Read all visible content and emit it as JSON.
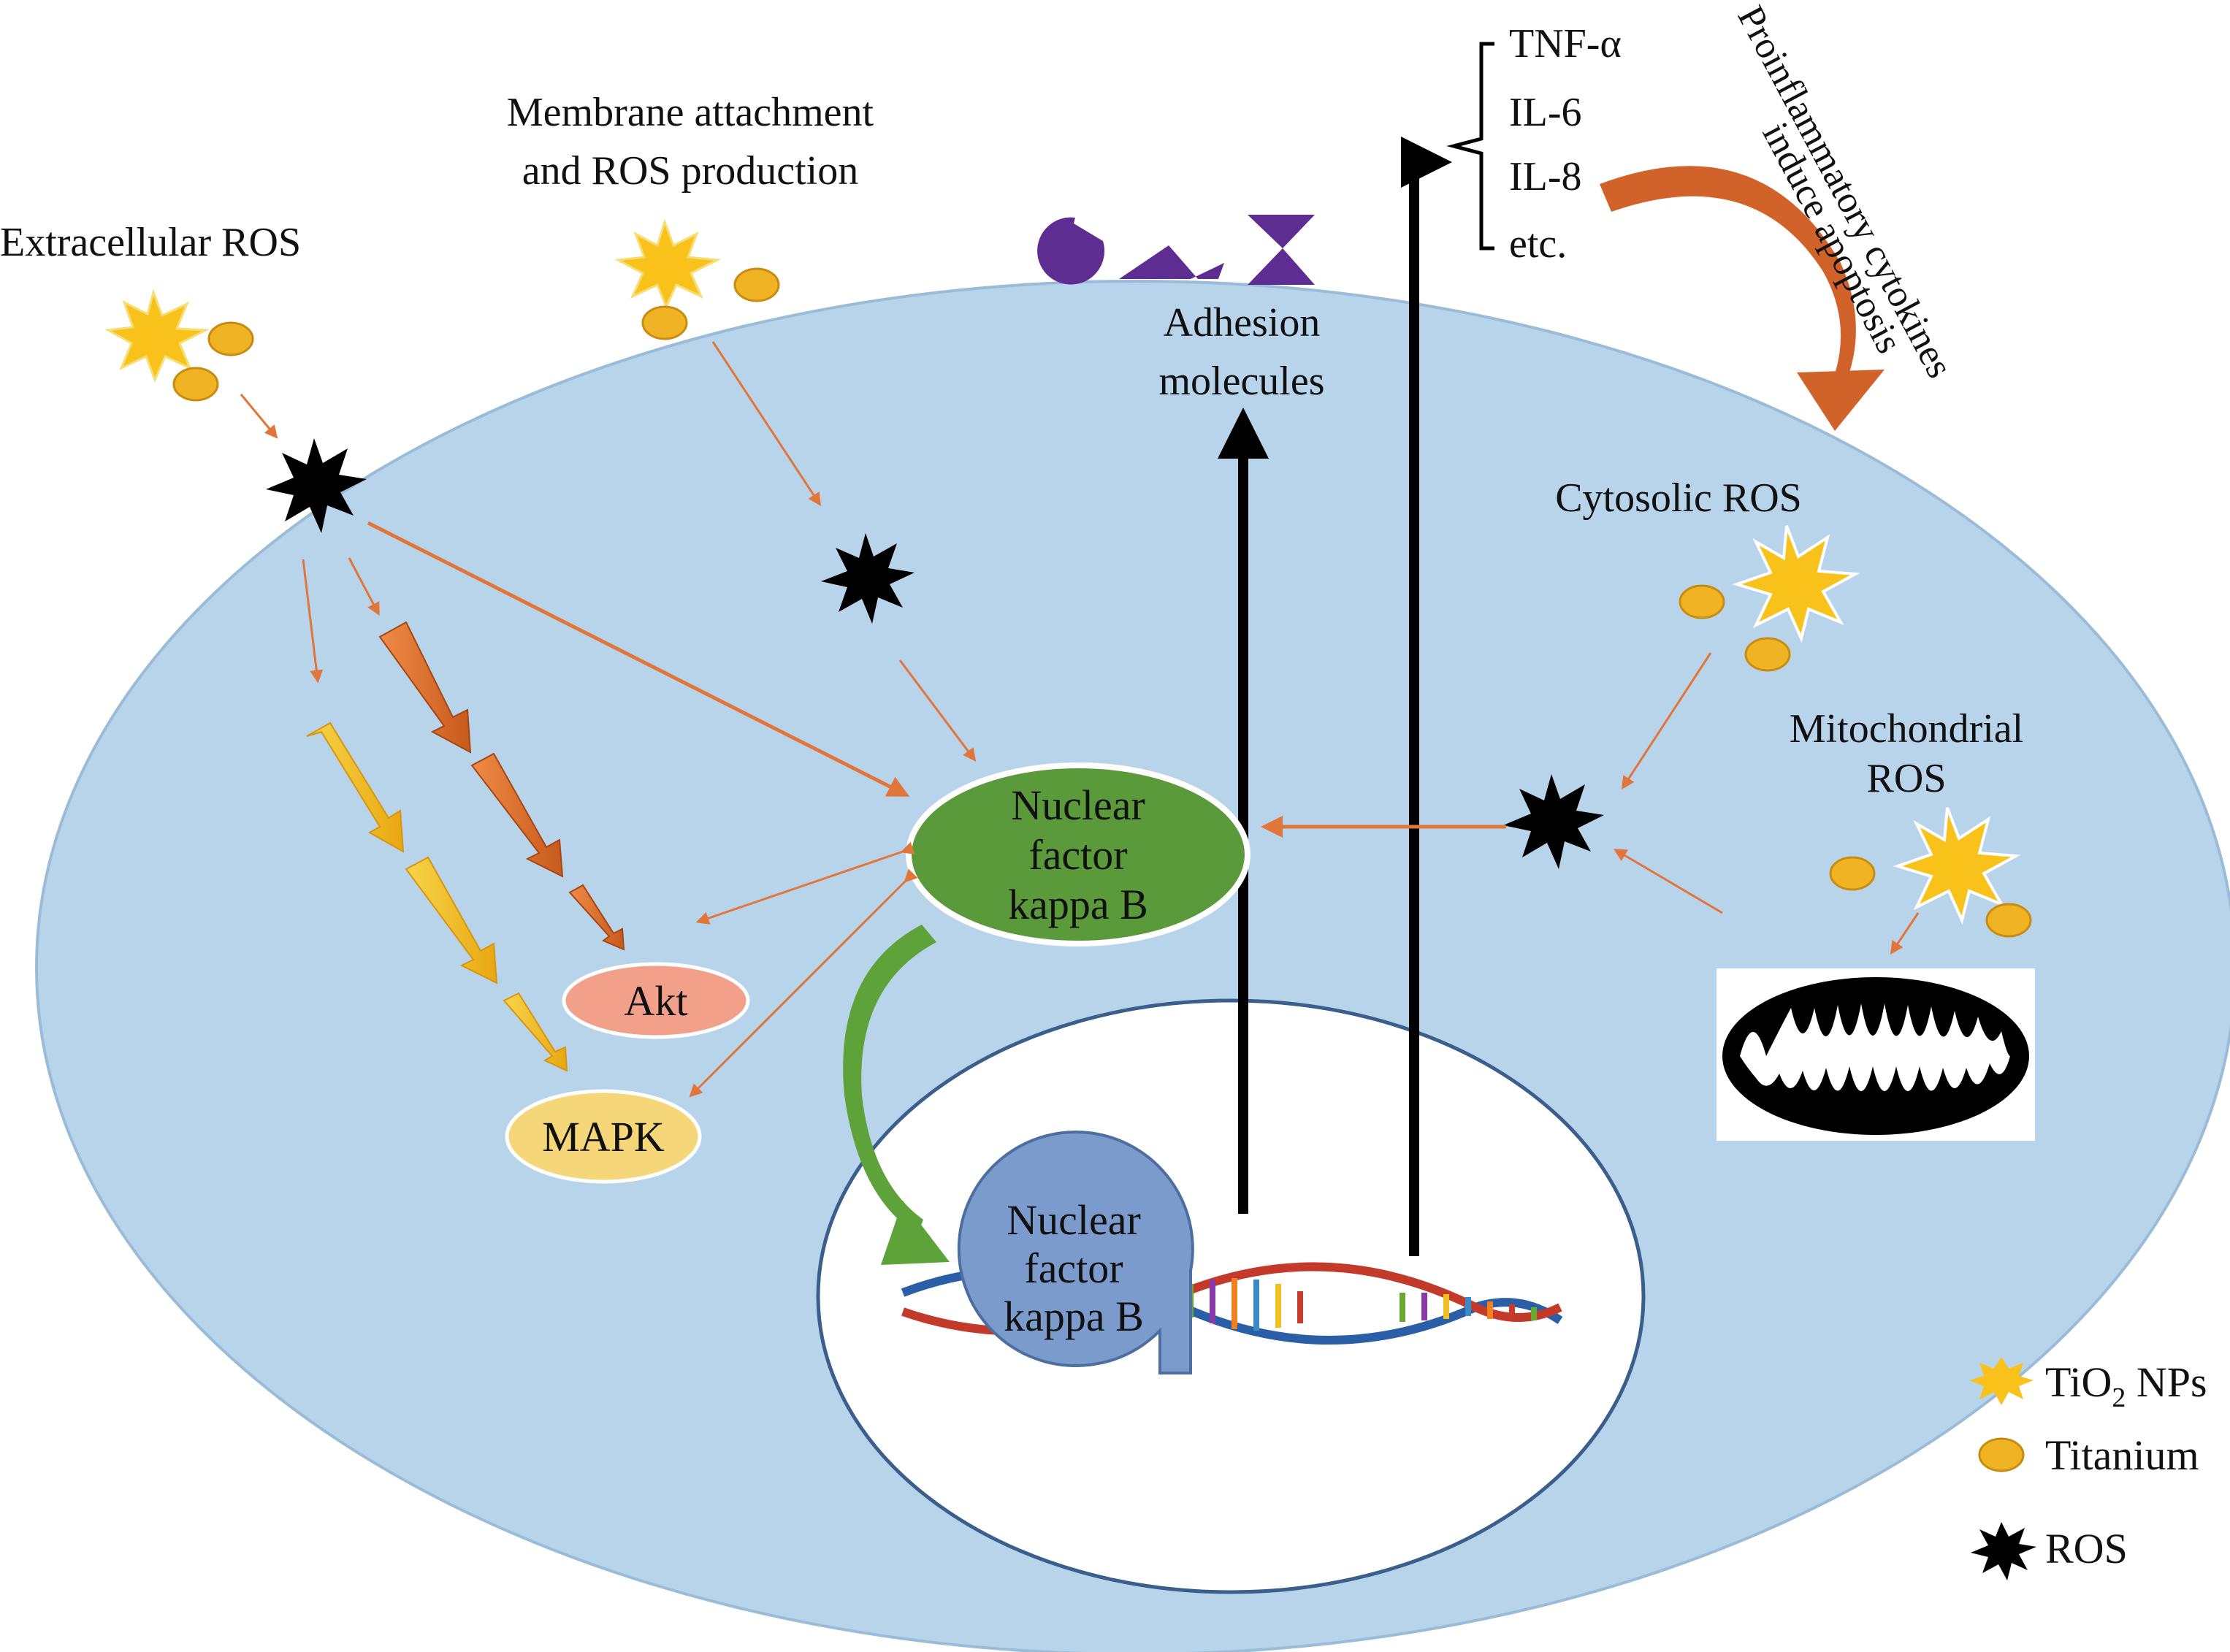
{
  "labels": {
    "extracellular_ros": "Extracellular ROS",
    "membrane_line1": "Membrane attachment",
    "membrane_line2": "and ROS production",
    "adhesion_line1": "Adhesion",
    "adhesion_line2": "molecules",
    "cytosolic_ros": "Cytosolic ROS",
    "mito_line1": "Mitochondrial",
    "mito_line2": "ROS",
    "nfkb_line1": "Nuclear",
    "nfkb_line2": "factor",
    "nfkb_line3": "kappa B",
    "akt": "Akt",
    "mapk": "MAPK",
    "proinflam_line1": "Proinflammatory cytokines",
    "proinflam_line2": "induce apoptosis"
  },
  "cytokines": [
    "TNF-α",
    "IL-6",
    "IL-8",
    "etc."
  ],
  "legend": {
    "tio2_main": "TiO",
    "tio2_sub": "2",
    "tio2_tail": " NPs",
    "titanium": "Titanium",
    "ros": "ROS"
  },
  "colors": {
    "cytoplasm": "#b8d4ea",
    "nfkb_green": "#5a9a3a",
    "nfkb_blue": "#7b9bcc",
    "akt": "#f2a08a",
    "mapk": "#f5d77a",
    "arrow_orange": "#e2763a",
    "tio2_star": "#f8c21a",
    "titanium": "#f0b323",
    "adhesion_purple": "#5e2d91"
  }
}
